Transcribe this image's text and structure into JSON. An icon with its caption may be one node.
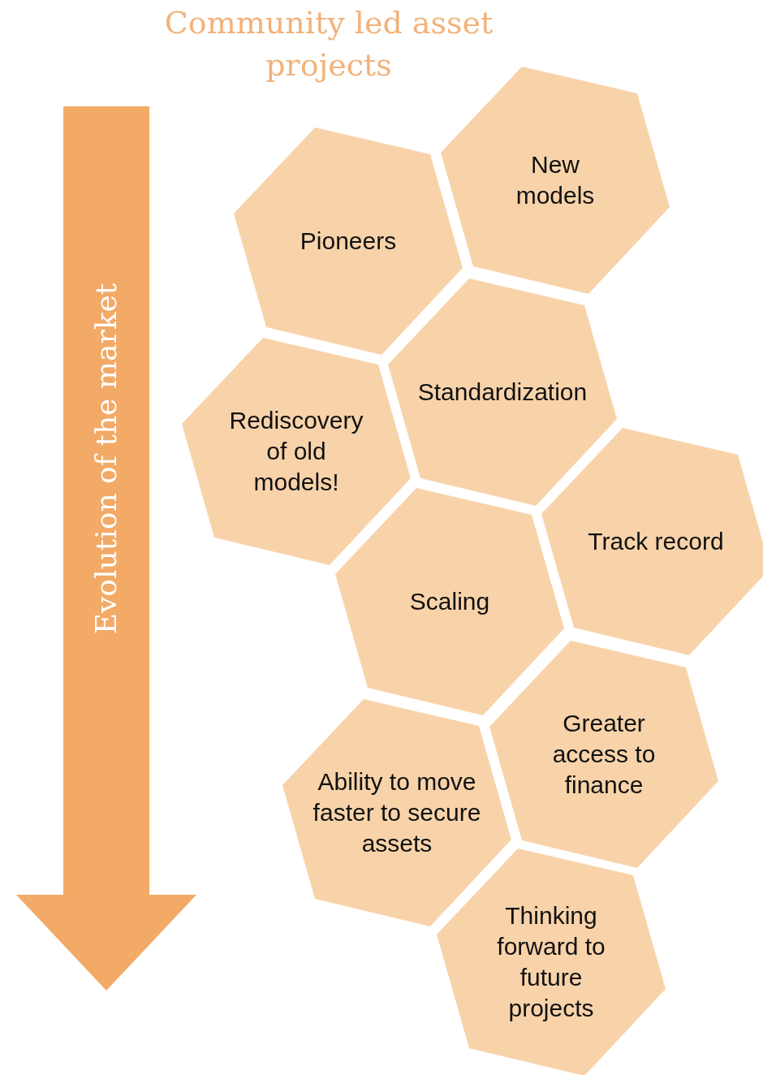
{
  "diagram": {
    "title": "Community led asset projects",
    "nodes": [
      {
        "text": [
          "Evolution of the market"
        ]
      },
      {
        "text": [
          "New models"
        ]
      },
      {
        "text": [
          "Pioneers"
        ]
      },
      {
        "text": [
          "Standardization"
        ]
      },
      {
        "text": [
          "Rediscovery of old models!"
        ]
      },
      {
        "text": [
          "Track record"
        ]
      },
      {
        "text": [
          "Scaling"
        ]
      },
      {
        "text": [
          "Greater access to finance"
        ]
      },
      {
        "text": [
          "Ability to move faster to secure assets"
        ]
      },
      {
        "text": [
          "Thinking forward to future projects"
        ]
      }
    ]
  }
}
